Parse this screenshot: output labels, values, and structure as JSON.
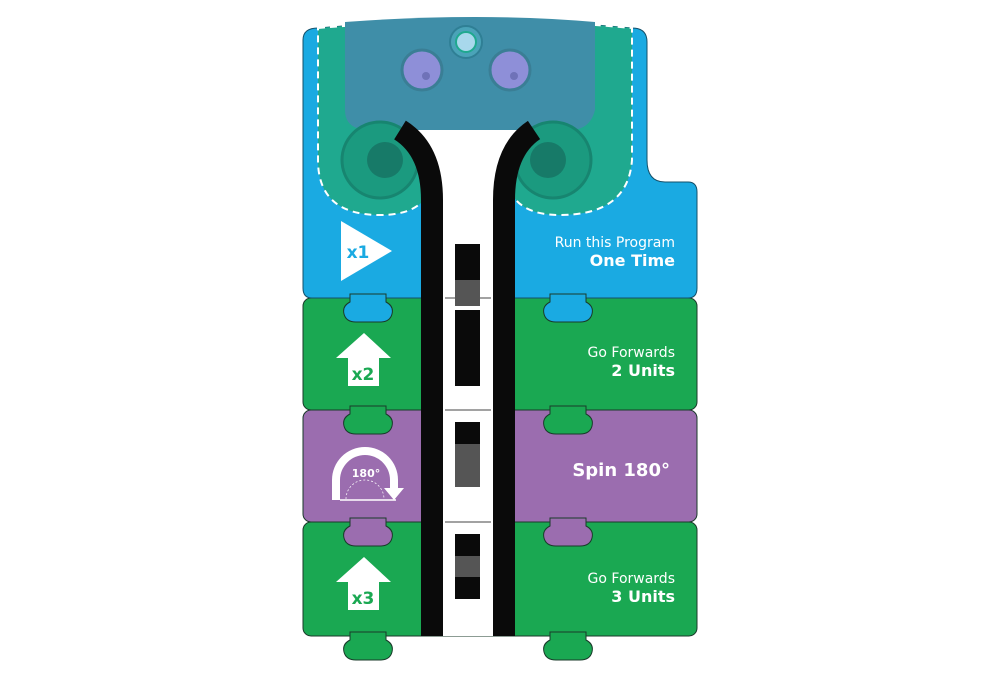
{
  "colors": {
    "blue": "#1aaae2",
    "green": "#1aa852",
    "purple": "#9b6daf",
    "teal": "#1fa98f",
    "robot": "#3f8ea8",
    "track": "#0a0a0a",
    "code_black": "#0a0a0a",
    "code_gray": "#555555"
  },
  "pieces": [
    {
      "type": "start",
      "line1": "Run this Program",
      "line2": "One Time",
      "icon": "play-triangle-icon",
      "icon_text": "x1",
      "code": [
        "black",
        "black",
        "gray"
      ]
    },
    {
      "type": "forward",
      "line1": "Go Forwards",
      "line2": "2 Units",
      "icon": "up-arrow-icon",
      "icon_text": "x2",
      "code": [
        "black",
        "black"
      ]
    },
    {
      "type": "spin",
      "line1": "Spin 180°",
      "icon": "spin-arrow-icon",
      "icon_text": "180°",
      "code": [
        "black",
        "gray",
        "gray"
      ]
    },
    {
      "type": "forward",
      "line1": "Go Forwards",
      "line2": "3 Units",
      "icon": "up-arrow-icon",
      "icon_text": "x3",
      "code": [
        "black",
        "gray",
        "black"
      ]
    }
  ]
}
